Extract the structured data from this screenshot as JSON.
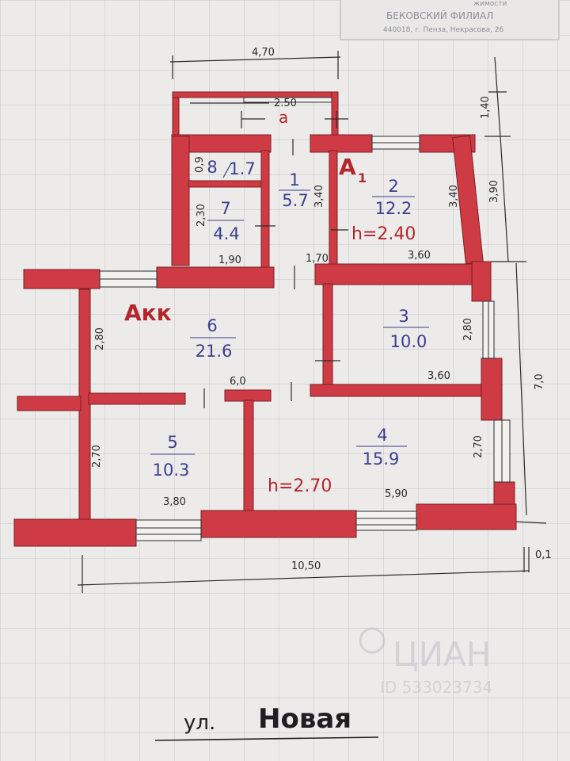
{
  "stamp": {
    "line1": "жимости",
    "line2": "БЕКОВСКИЙ ФИЛИАЛ",
    "line3": "440018, г. Пенза, Некрасова, 26"
  },
  "literals": {
    "main": "Акк",
    "annex": "А",
    "annex_sub": "1",
    "porch": "а"
  },
  "heights": {
    "annex": "h=2.40",
    "main": "h=2.70"
  },
  "rooms": [
    {
      "num": "1",
      "area": "5.7"
    },
    {
      "num": "2",
      "area": "12.2"
    },
    {
      "num": "3",
      "area": "10.0"
    },
    {
      "num": "4",
      "area": "15.9"
    },
    {
      "num": "5",
      "area": "10.3"
    },
    {
      "num": "6",
      "area": "21.6"
    },
    {
      "num": "7",
      "area": "4.4"
    },
    {
      "num": "8",
      "area": "1.7"
    }
  ],
  "dimensions": {
    "top_width": "4,70",
    "porch_width": "2.50",
    "porch_depth": "1,40",
    "annex_depth": "3,90",
    "room1_height": "3,40",
    "room2_height": "3,40",
    "room8_height": "0,9",
    "room7_height": "2,30",
    "room7_width": "1,90",
    "room1_width": "1,70",
    "room2_width": "3,60",
    "room6_height": "2,80",
    "room3_height": "2,80",
    "room6_width": "6,0",
    "room3_width": "3,60",
    "main_depth": "7,0",
    "room5_height": "2,70",
    "room4_height": "2,70",
    "room5_width": "3,80",
    "room4_width": "5,90",
    "total_width": "10,50",
    "offset": "0,1"
  },
  "street": {
    "prefix": "ул.",
    "name": "Новая"
  },
  "watermark": {
    "brand": "ЦИАН",
    "id": "ID 533023734"
  },
  "colors": {
    "wall": "#cf3b45",
    "ink": "#2a2a2e",
    "room_ink": "#3b3f8f",
    "red_label": "#b3262c"
  }
}
